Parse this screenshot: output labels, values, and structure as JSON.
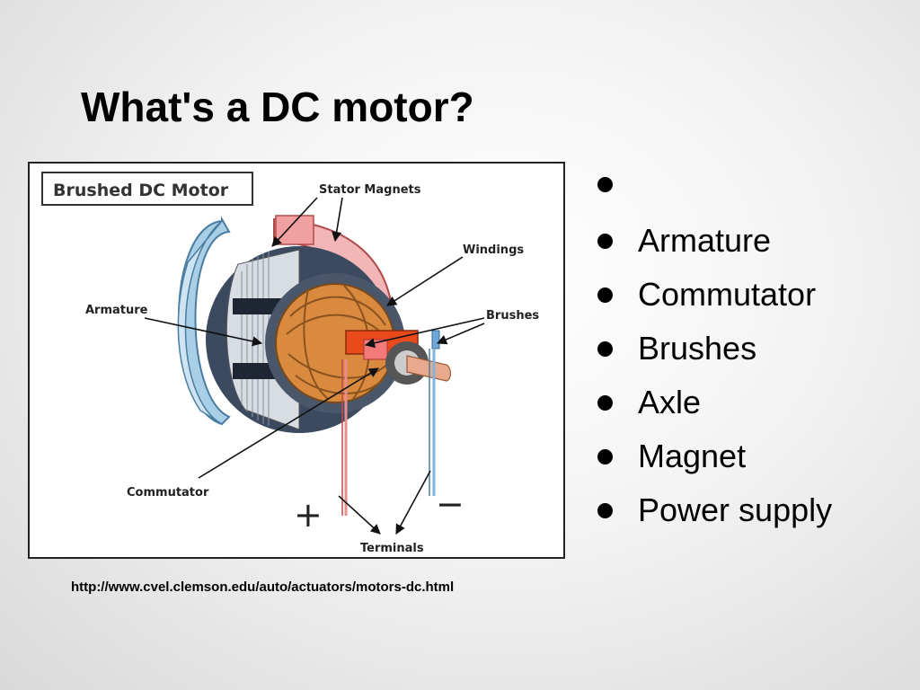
{
  "slide": {
    "title": "What's a DC motor?",
    "source_url": "http://www.cvel.clemson.edu/auto/actuators/motors-dc.html"
  },
  "diagram": {
    "title": "Brushed DC Motor",
    "labels": {
      "stator_magnets": "Stator Magnets",
      "windings": "Windings",
      "armature": "Armature",
      "brushes": "Brushes",
      "commutator": "Commutator",
      "terminals": "Terminals",
      "plus": "+",
      "minus": "−"
    }
  },
  "bullets": [
    "",
    "Armature",
    "Commutator",
    "Brushes",
    "Axle",
    "Magnet",
    "Power supply"
  ]
}
